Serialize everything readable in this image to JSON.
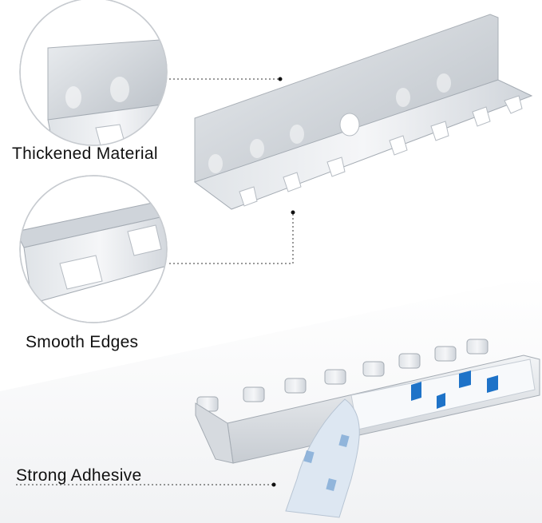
{
  "labels": {
    "thickened_material": "Thickened Material",
    "smooth_edges": "Smooth Edges",
    "strong_adhesive": "Strong Adhesive"
  },
  "colors": {
    "metal_light": "#eef0f3",
    "metal_mid": "#c9ced4",
    "metal_dark": "#9aa1a9",
    "tape_blue": "#1e73c8",
    "tape_film": "#dde7f2",
    "dotted_line": "#333333"
  },
  "icons": {
    "callout_dot": "small-black-dot"
  }
}
